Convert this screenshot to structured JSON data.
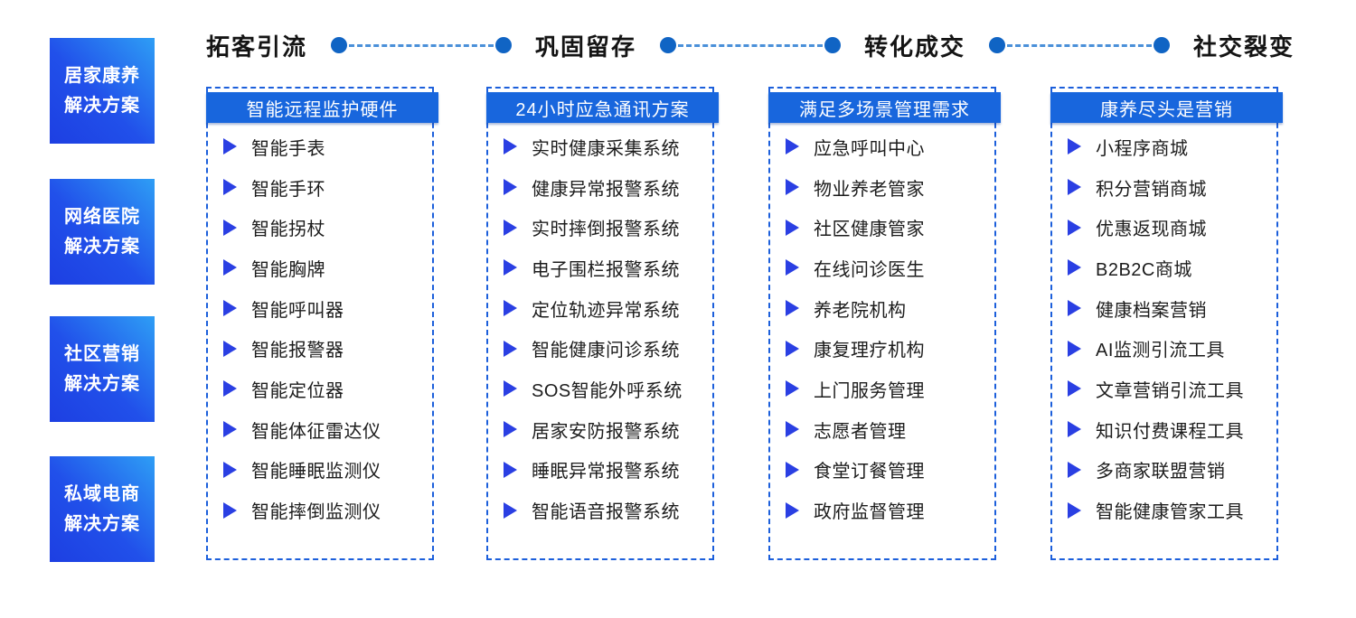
{
  "colors": {
    "sidebar_gradient_light": "#2e9ef5",
    "sidebar_gradient_dark": "#1d3fe2",
    "column_header_bg": "#1866dd",
    "dashed_border": "#1c5fdb",
    "flow_dot": "#1064c4",
    "flow_dash": "#4a90d9",
    "bullet_triangle": "#2a3fe3",
    "item_text": "#1c1c1c",
    "flow_text": "#141414"
  },
  "sidebar": {
    "items": [
      {
        "line1": "居家康养",
        "line2": "解决方案"
      },
      {
        "line1": "网络医院",
        "line2": "解决方案"
      },
      {
        "line1": "社区营销",
        "line2": "解决方案"
      },
      {
        "line1": "私域电商",
        "line2": "解决方案"
      }
    ]
  },
  "flow": {
    "steps": [
      "拓客引流",
      "巩固留存",
      "转化成交",
      "社交裂变"
    ]
  },
  "columns": [
    {
      "title": "智能远程监护硬件",
      "items": [
        "智能手表",
        "智能手环",
        "智能拐杖",
        "智能胸牌",
        "智能呼叫器",
        "智能报警器",
        "智能定位器",
        "智能体征雷达仪",
        "智能睡眠监测仪",
        "智能摔倒监测仪"
      ]
    },
    {
      "title": "24小时应急通讯方案",
      "items": [
        "实时健康采集系统",
        "健康异常报警系统",
        "实时摔倒报警系统",
        "电子围栏报警系统",
        "定位轨迹异常系统",
        "智能健康问诊系统",
        "SOS智能外呼系统",
        "居家安防报警系统",
        "睡眠异常报警系统",
        "智能语音报警系统"
      ]
    },
    {
      "title": "满足多场景管理需求",
      "items": [
        "应急呼叫中心",
        "物业养老管家",
        "社区健康管家",
        "在线问诊医生",
        "养老院机构",
        "康复理疗机构",
        "上门服务管理",
        "志愿者管理",
        "食堂订餐管理",
        "政府监督管理"
      ]
    },
    {
      "title": "康养尽头是营销",
      "items": [
        "小程序商城",
        "积分营销商城",
        "优惠返现商城",
        "B2B2C商城",
        "健康档案营销",
        "AI监测引流工具",
        "文章营销引流工具",
        "知识付费课程工具",
        "多商家联盟营销",
        "智能健康管家工具"
      ]
    }
  ]
}
